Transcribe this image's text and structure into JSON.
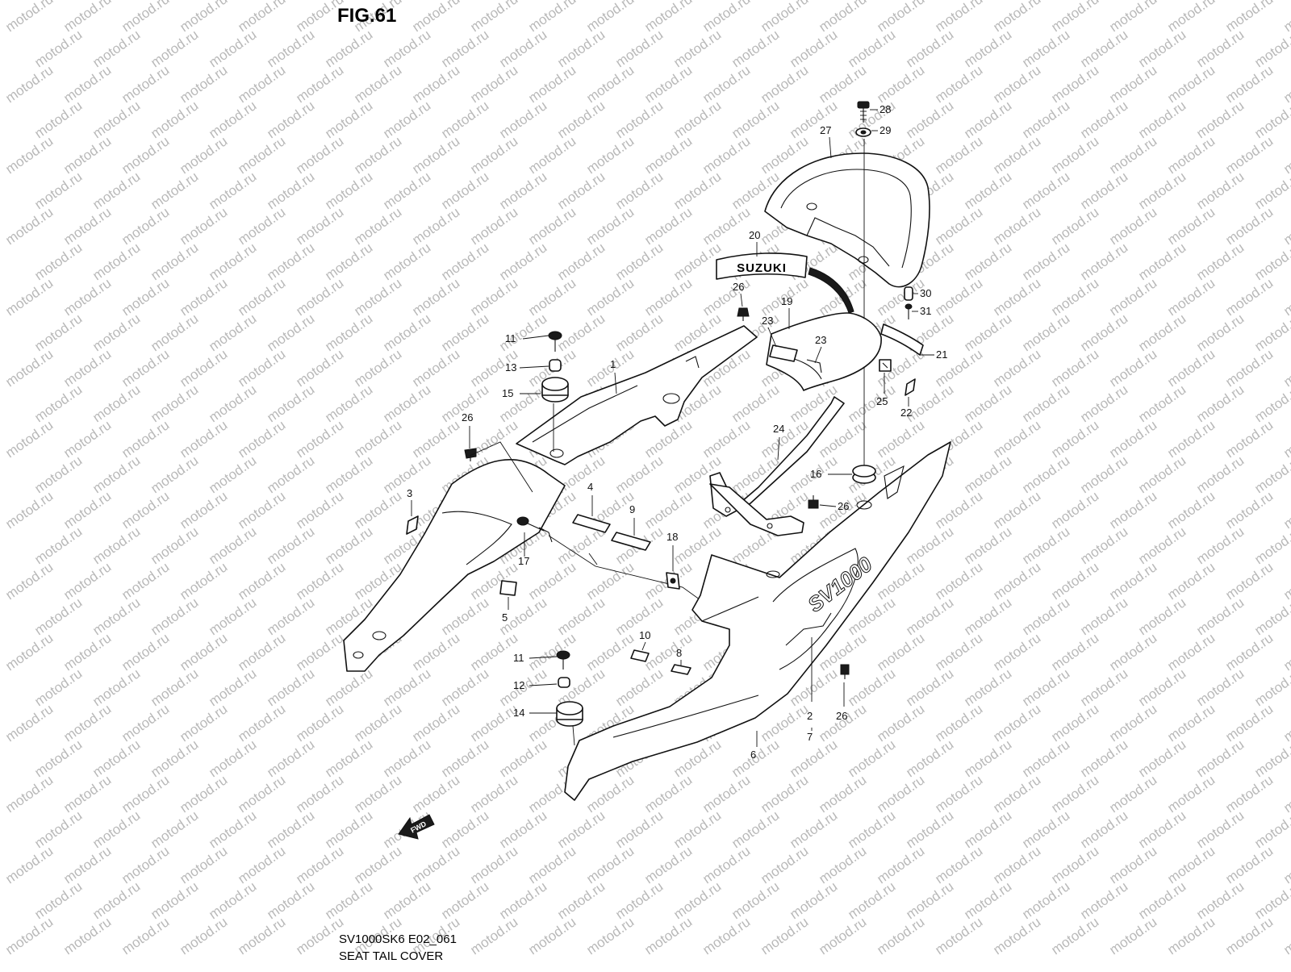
{
  "figure": {
    "title": "FIG.61",
    "model_code": "SV1000SK6 E02_061",
    "section_name": "SEAT TAIL COVER",
    "watermark": "motod.ru",
    "emblem_text": "SUZUKI",
    "side_badge_text": "SV1000",
    "direction_arrow_text": "FWD"
  },
  "callouts": [
    {
      "id": "c28",
      "label": "28"
    },
    {
      "id": "c29",
      "label": "29"
    },
    {
      "id": "c27",
      "label": "27"
    },
    {
      "id": "c20",
      "label": "20"
    },
    {
      "id": "c26a",
      "label": "26"
    },
    {
      "id": "c19",
      "label": "19"
    },
    {
      "id": "c23a",
      "label": "23"
    },
    {
      "id": "c23b",
      "label": "23"
    },
    {
      "id": "c30",
      "label": "30"
    },
    {
      "id": "c31",
      "label": "31"
    },
    {
      "id": "c21",
      "label": "21"
    },
    {
      "id": "c25",
      "label": "25"
    },
    {
      "id": "c22",
      "label": "22"
    },
    {
      "id": "c11a",
      "label": "11"
    },
    {
      "id": "c13",
      "label": "13"
    },
    {
      "id": "c1",
      "label": "1"
    },
    {
      "id": "c15",
      "label": "15"
    },
    {
      "id": "c26b",
      "label": "26"
    },
    {
      "id": "c24",
      "label": "24"
    },
    {
      "id": "c16",
      "label": "16"
    },
    {
      "id": "c26c",
      "label": "26"
    },
    {
      "id": "c3",
      "label": "3"
    },
    {
      "id": "c4",
      "label": "4"
    },
    {
      "id": "c9",
      "label": "9"
    },
    {
      "id": "c18",
      "label": "18"
    },
    {
      "id": "c17",
      "label": "17"
    },
    {
      "id": "c5",
      "label": "5"
    },
    {
      "id": "c10",
      "label": "10"
    },
    {
      "id": "c8",
      "label": "8"
    },
    {
      "id": "c11b",
      "label": "11"
    },
    {
      "id": "c12",
      "label": "12"
    },
    {
      "id": "c14",
      "label": "14"
    },
    {
      "id": "c2",
      "label": "2"
    },
    {
      "id": "c7",
      "label": "7"
    },
    {
      "id": "c26d",
      "label": "26"
    },
    {
      "id": "c6",
      "label": "6"
    }
  ]
}
